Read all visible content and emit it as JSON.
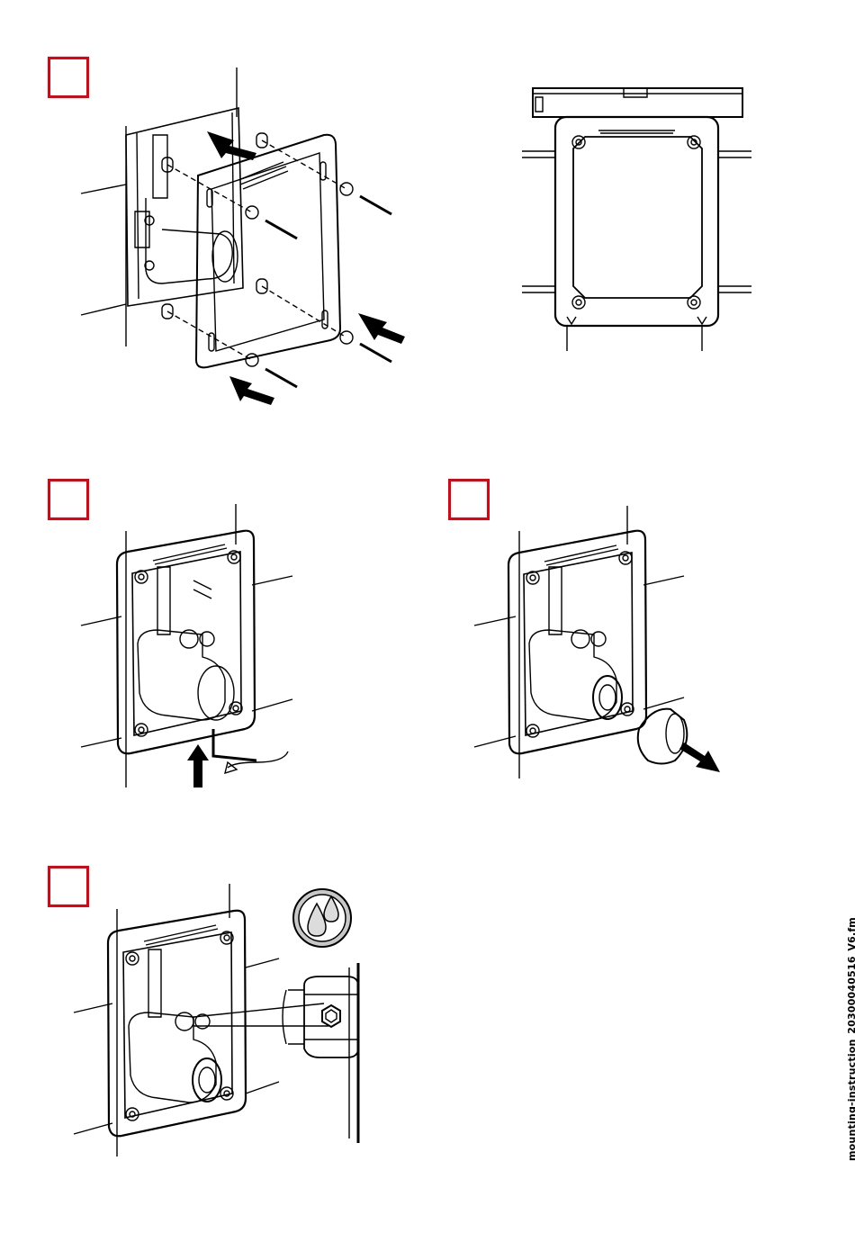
{
  "document": {
    "footer_filename": "mounting-instruction_20300040516_V6.fm"
  },
  "colors": {
    "step_box_border": "#e3000f",
    "line_art": "#000000",
    "icon_fill": "#cfcfcf"
  },
  "steps": [
    {
      "id": 1,
      "icon": "step-number-box"
    },
    {
      "id": 2,
      "icon": "step-number-box"
    },
    {
      "id": 3,
      "icon": "step-number-box"
    },
    {
      "id": 4,
      "icon": "step-number-box"
    }
  ],
  "icons": [
    "mounting-frame-icon",
    "spirit-level-icon",
    "allen-key-icon",
    "cap-removal-icon",
    "water-drops-icon",
    "valve-cross-section-icon"
  ]
}
